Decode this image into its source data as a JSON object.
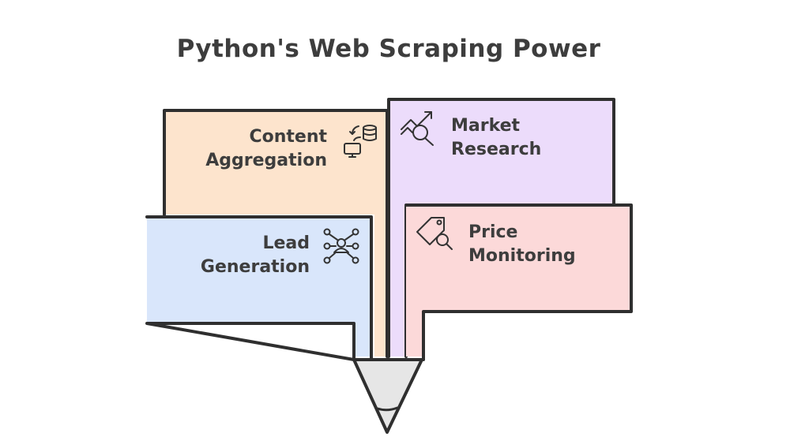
{
  "title": "Python's Web Scraping Power",
  "sections": {
    "content_aggregation": {
      "line1": "Content",
      "line2": "Aggregation",
      "icon": "database-sync-icon",
      "color": "#fde4cd"
    },
    "market_research": {
      "line1": "Market",
      "line2": "Research",
      "icon": "trend-magnifier-icon",
      "color": "#ecdcfb"
    },
    "lead_generation": {
      "line1": "Lead",
      "line2": "Generation",
      "icon": "network-person-icon",
      "color": "#d9e6fb"
    },
    "price_monitoring": {
      "line1": "Price",
      "line2": "Monitoring",
      "icon": "price-tag-search-icon",
      "color": "#fcd9d9"
    }
  },
  "colors": {
    "outline": "#2f2f2f",
    "text": "#3d3d3d",
    "pencil_tip": "#e6e6e6"
  }
}
